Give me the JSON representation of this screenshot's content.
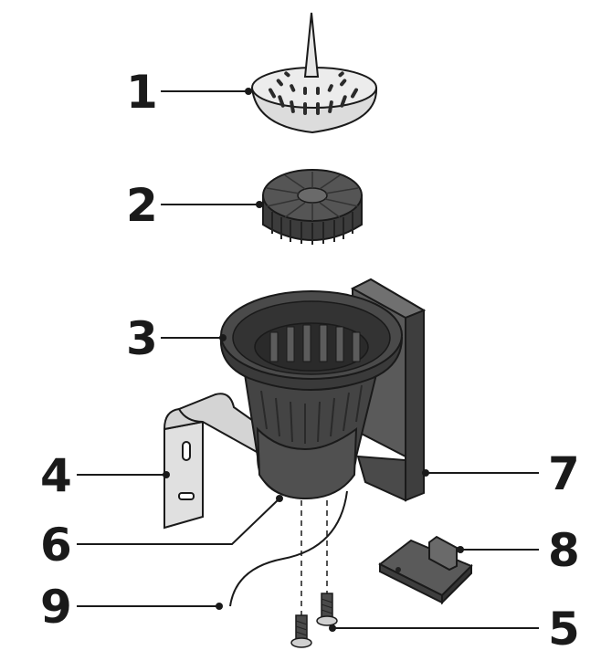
{
  "callouts": [
    {
      "id": "1",
      "label": "1"
    },
    {
      "id": "2",
      "label": "2"
    },
    {
      "id": "3",
      "label": "3"
    },
    {
      "id": "4",
      "label": "4"
    },
    {
      "id": "5",
      "label": "5"
    },
    {
      "id": "6",
      "label": "6"
    },
    {
      "id": "7",
      "label": "7"
    },
    {
      "id": "8",
      "label": "8"
    },
    {
      "id": "9",
      "label": "9"
    }
  ],
  "colors": {
    "ink": "#1a1a1a",
    "dark_part": "#4a4a4a",
    "darker_part": "#333333",
    "light_part": "#d8d8d8",
    "grey_part": "#9a9a9a"
  }
}
